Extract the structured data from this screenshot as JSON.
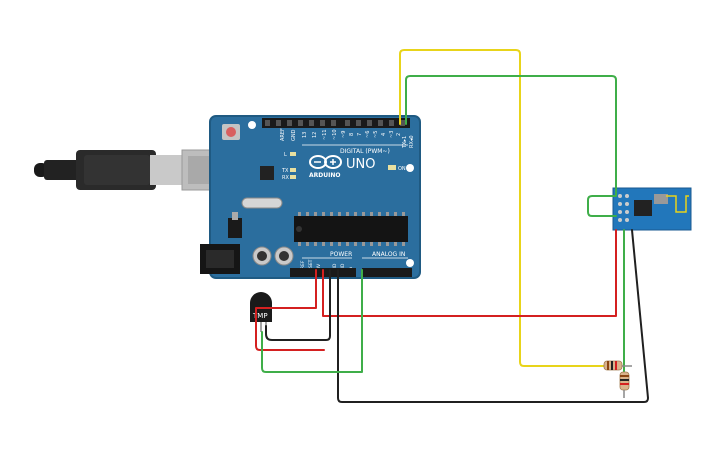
{
  "board": {
    "brand": "ARDUINO",
    "model": "UNO",
    "digital_label": "DIGITAL (PWM~)",
    "power_label": "POWER",
    "analog_label": "ANALOG IN",
    "on_label": "ON",
    "l_label": "L",
    "tx_label": "TX",
    "rx_label": "RX",
    "aref_label": "AREF",
    "gnd_label": "GND",
    "tx_pin_label": "TX▸1",
    "rx_pin_label": "RX◂0",
    "digital_pins": [
      "13",
      "12",
      "~11",
      "~10",
      "~9",
      "8",
      "7",
      "~6",
      "~5",
      "4",
      "~3",
      "2"
    ],
    "power_pins": [
      "IOREF",
      "RESET",
      "3.3V",
      "5V",
      "GND",
      "GND",
      "Vin"
    ],
    "analog_pins": [
      "A0",
      "A1",
      "A2",
      "A3",
      "A4",
      "A5"
    ]
  },
  "sensor": {
    "label": "TMP"
  },
  "colors": {
    "board": "#2b6e9e",
    "wire_yellow": "#e8d41a",
    "wire_green": "#3fae49",
    "wire_red": "#d42020",
    "wire_black": "#202020",
    "wifi_module": "#2277bb"
  },
  "icons": {
    "usb_cable": "usb-cable-icon",
    "arduino_logo": "arduino-infinity-logo-icon"
  }
}
